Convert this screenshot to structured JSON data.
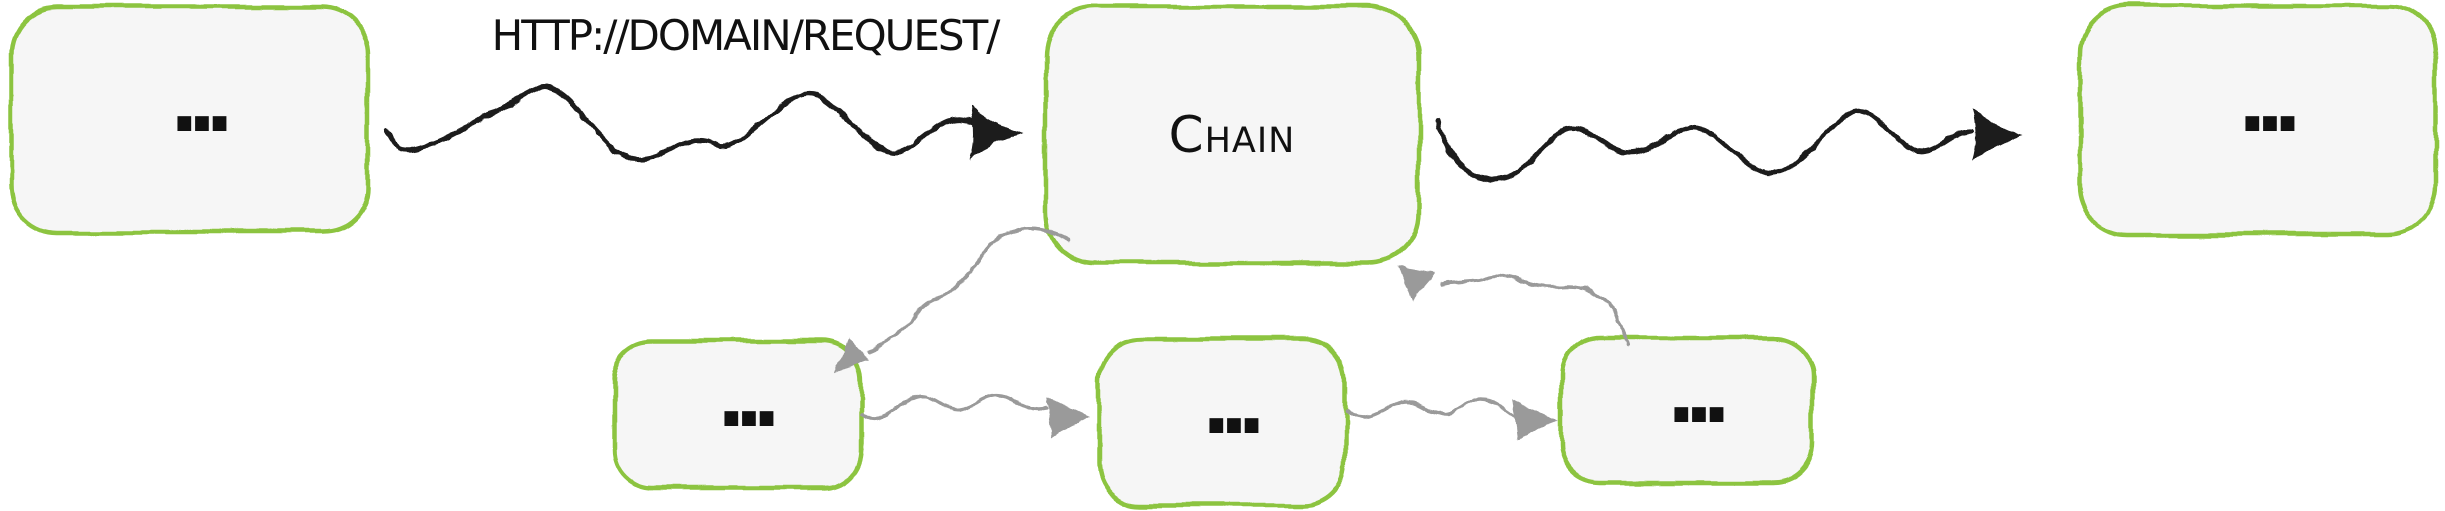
{
  "diagram": {
    "request_label": "http://domain/request/",
    "nodes": [
      {
        "id": "source",
        "label": "..."
      },
      {
        "id": "chain",
        "label": "Chain"
      },
      {
        "id": "target",
        "label": "..."
      },
      {
        "id": "handler-1",
        "label": "..."
      },
      {
        "id": "handler-2",
        "label": "..."
      },
      {
        "id": "handler-3",
        "label": "..."
      }
    ],
    "arrows": [
      {
        "id": "request-arrow",
        "from": "source",
        "to": "chain",
        "style": "black-squiggle",
        "label": "http://domain/request/"
      },
      {
        "id": "response-arrow",
        "from": "chain",
        "to": "target",
        "style": "black-squiggle",
        "label": ""
      },
      {
        "id": "chain-to-handler1-arrow",
        "from": "chain",
        "to": "handler-1",
        "style": "gray-squiggle",
        "label": ""
      },
      {
        "id": "handler1-to-handler2-arrow",
        "from": "handler-1",
        "to": "handler-2",
        "style": "gray-squiggle",
        "label": ""
      },
      {
        "id": "handler2-to-handler3-arrow",
        "from": "handler-2",
        "to": "handler-3",
        "style": "gray-squiggle",
        "label": ""
      },
      {
        "id": "handler3-to-chain-arrow",
        "from": "handler-3",
        "to": "chain",
        "style": "gray-squiggle",
        "label": ""
      }
    ],
    "colors": {
      "node_stroke": "#8cc43f",
      "node_fill": "#f6f6f6",
      "request_arrow": "#1a1a1a",
      "handler_arrow": "#9a9a9a",
      "background": "#ffffff",
      "text": "#111111"
    }
  }
}
